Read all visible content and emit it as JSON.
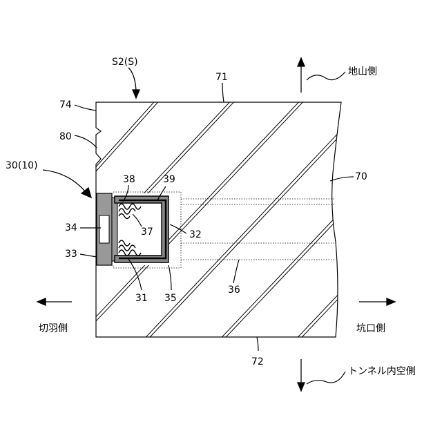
{
  "labels": {
    "s2": "S2(S)",
    "l71": "71",
    "l74": "74",
    "l80": "80",
    "l30": "30(10)",
    "l38": "38",
    "l39": "39",
    "l37": "37",
    "l32": "32",
    "l34": "34",
    "l33": "33",
    "l31": "31",
    "l35": "35",
    "l36": "36",
    "l70": "70",
    "l72": "72",
    "jiyama": "地山側",
    "kiriha": "切羽側",
    "koguchi": "坑口側",
    "tunnel": "トンネル内空側"
  }
}
